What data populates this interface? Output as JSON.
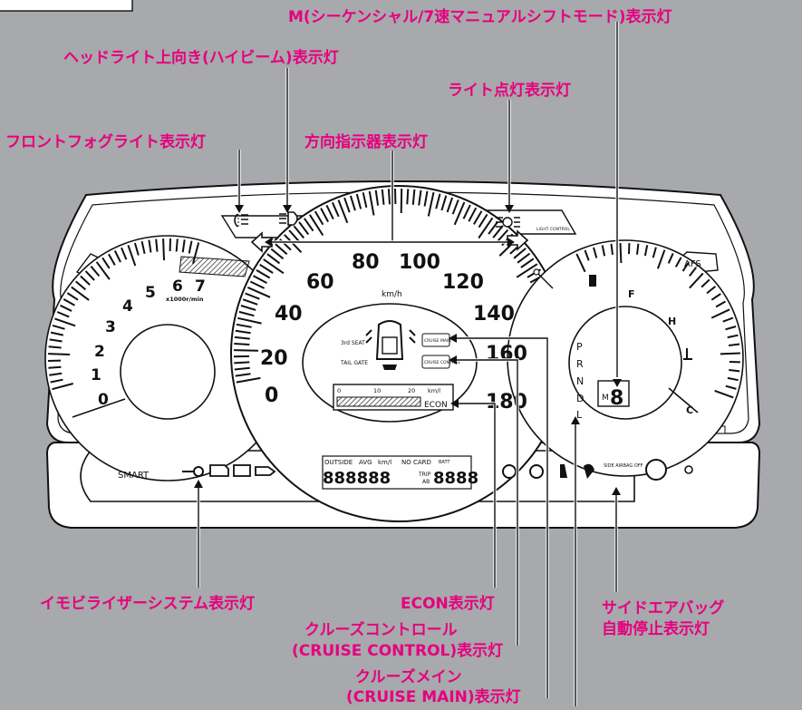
{
  "labels": {
    "m_mode": "M(シーケンシャル/7速マニュアルシフトモード)表示灯",
    "high_beam": "ヘッドライト上向き(ハイビーム)表示灯",
    "light_on": "ライト点灯表示灯",
    "front_fog": "フロントフォグライト表示灯",
    "turn_signal": "方向指示器表示灯",
    "immobilizer": "イモビライザーシステム表示灯",
    "econ": "ECON表示灯",
    "side_airbag_1": "サイドエアバッグ",
    "side_airbag_2": "自動停止表示灯",
    "cruise_control_1": "クルーズコントロール",
    "cruise_control_2": "(CRUISE CONTROL)表示灯",
    "cruise_main_1": "クルーズメイン",
    "cruise_main_2": "(CRUISE MAIN)表示灯"
  },
  "cluster": {
    "speed_ticks": [
      "0",
      "20",
      "40",
      "60",
      "80",
      "100",
      "120",
      "140",
      "160",
      "180"
    ],
    "speed_unit": "km/h",
    "rpm_ticks": [
      "0",
      "1",
      "2",
      "3",
      "4",
      "5",
      "6",
      "7"
    ],
    "rpm_unit": "x1000r/min",
    "gears": [
      "P",
      "R",
      "N",
      "D",
      "L"
    ],
    "m_indicator": "M",
    "m_gear": "8",
    "light_control": "LIGHT CONTROL",
    "afs": "AFS",
    "fuel_full": "F",
    "temp_hot": "H",
    "temp_cold": "C",
    "seat_3rd": "3rd SEAT",
    "tail_gate": "TAIL GATE",
    "cruise_main_badge": "CRUISE MAIN",
    "cruise_control_badge": "CRUISE CONTROL",
    "econ_badge": "ECON",
    "econ_scale": [
      "0",
      "10",
      "20"
    ],
    "econ_unit": "km/l",
    "smart": "SMART",
    "outside": "OUTSIDE",
    "avg": "AVG",
    "kml": "km/l",
    "no_card": "NO CARD",
    "batt": "BATT",
    "odometer": "888888",
    "trip": "TRIP",
    "trip_ab": "AB",
    "trip_digits": "8888",
    "side_airbag_off": "SIDE AIRBAG OFF"
  }
}
